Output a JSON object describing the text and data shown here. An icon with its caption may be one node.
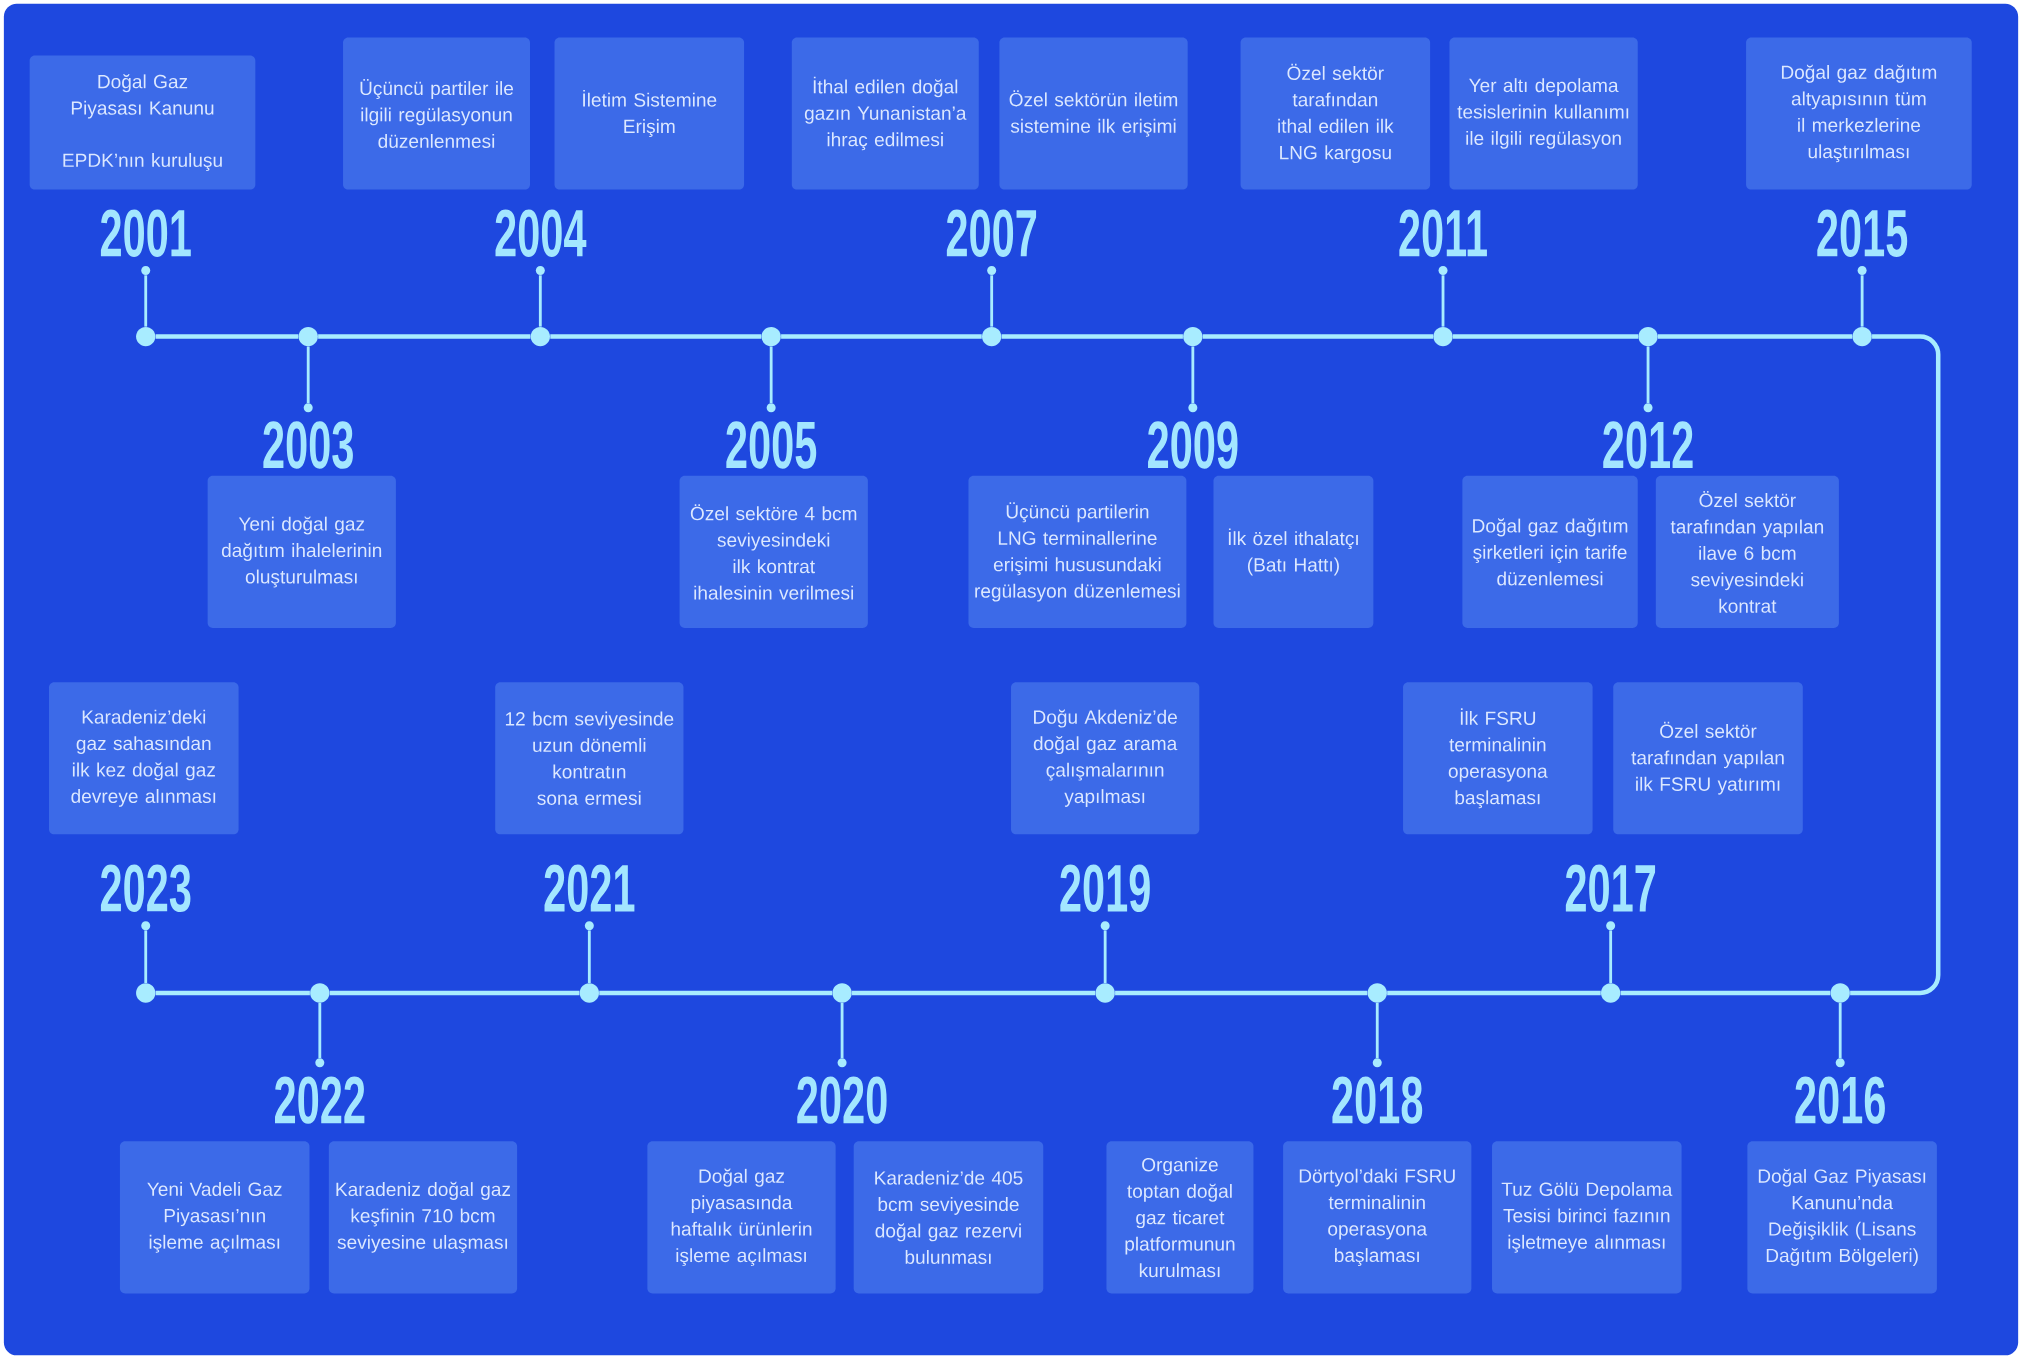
{
  "diagram": {
    "nodes": [
      {
        "text": [
          "2001"
        ]
      },
      {
        "text": [
          "Doğal Gaz Piyasası Kanunu",
          "EPDK’nın kuruluşu"
        ]
      },
      {
        "text": [],
        "shape": "circle"
      },
      {
        "text": [
          "2003"
        ]
      },
      {
        "text": [
          "Yeni doğal gaz dağıtım ihalelerinin oluşturulması"
        ]
      },
      {
        "text": [],
        "shape": "circle"
      },
      {
        "text": [
          "2004"
        ]
      },
      {
        "text": [
          "Üçüncü partiler ile ilgili regülasyonun düzenlenmesi"
        ]
      },
      {
        "text": [
          "İletim Sistemine Erişim"
        ]
      },
      {
        "text": [],
        "shape": "circle"
      },
      {
        "text": [
          "2005"
        ]
      },
      {
        "text": [
          "Özel sektöre 4 bcm seviyesindeki ilk kontrat ihalesinin verilmesi"
        ]
      },
      {
        "text": [],
        "shape": "circle"
      },
      {
        "text": [
          "2007"
        ]
      },
      {
        "text": [
          "İthal edilen doğal gazın Yunanistan’a ihraç edilmesi"
        ]
      },
      {
        "text": [
          "Özel sektörün iletim sistemine ilk erişimi"
        ]
      },
      {
        "text": [],
        "shape": "circle"
      },
      {
        "text": [
          "2009"
        ]
      },
      {
        "text": [
          "Üçüncü partilerin LNG terminallerine erişimi hususundaki regülasyon düzenlemesi"
        ]
      },
      {
        "text": [
          "İlk özel ithalatçı (Batı Hattı)"
        ]
      },
      {
        "text": [],
        "shape": "circle"
      },
      {
        "text": [
          "2011"
        ]
      },
      {
        "text": [
          "Özel sektör tarafından ithal edilen ilk LNG kargosu"
        ]
      },
      {
        "text": [
          "Yer altı depolama tesislerinin kullanımı ile ilgili regülasyon"
        ]
      },
      {
        "text": [],
        "shape": "circle"
      },
      {
        "text": [
          "2012"
        ]
      },
      {
        "text": [
          "Doğal gaz dağıtım şirketleri için tarife düzenlemesi"
        ]
      },
      {
        "text": [
          "Özel sektör tarafından yapılan ilave 6 bcm seviyesindeki kontrat"
        ]
      },
      {
        "text": [],
        "shape": "circle"
      },
      {
        "text": [
          "2015"
        ]
      },
      {
        "text": [
          "Doğal gaz dağıtım altyapısının tüm il merkezlerine ulaştırılması"
        ]
      },
      {
        "text": [],
        "shape": "circle"
      },
      {
        "text": [
          "2016"
        ]
      },
      {
        "text": [
          "Doğal Gaz Piyasası Kanunu’nda Değişiklik (Lisans Dağıtım Bölgeleri)"
        ]
      },
      {
        "text": [],
        "shape": "circle"
      },
      {
        "text": [
          "2017"
        ]
      },
      {
        "text": [
          "İlk FSRU terminalinin operasyona başlaması"
        ]
      },
      {
        "text": [
          "Özel sektör tarafından yapılan ilk FSRU yatırımı"
        ]
      },
      {
        "text": [],
        "shape": "circle"
      },
      {
        "text": [
          "2018"
        ]
      },
      {
        "text": [
          "Organize toptan doğal gaz ticaret platformunun kurulması"
        ]
      },
      {
        "text": [
          "Dörtyol’daki FSRU terminalinin operasyona başlaması"
        ]
      },
      {
        "text": [
          "Tuz Gölü Depolama Tesisi birinci fazının işletmeye alınması"
        ]
      },
      {
        "text": [],
        "shape": "circle"
      },
      {
        "text": [
          "2019"
        ]
      },
      {
        "text": [
          "Doğu Akdeniz’de doğal gaz arama çalışmalarının yapılması"
        ]
      },
      {
        "text": [],
        "shape": "circle"
      },
      {
        "text": [
          "2020"
        ]
      },
      {
        "text": [
          "Doğal gaz piyasasında haftalık ürünlerin işleme açılması"
        ]
      },
      {
        "text": [
          "Karadeniz’de 405 bcm seviyesinde doğal gaz rezervi bulunması"
        ]
      },
      {
        "text": [],
        "shape": "circle"
      },
      {
        "text": [
          "2021"
        ]
      },
      {
        "text": [
          "12 bcm seviyesinde uzun dönemli kontratın sona ermesi"
        ]
      },
      {
        "text": [],
        "shape": "circle"
      },
      {
        "text": [
          "2022"
        ]
      },
      {
        "text": [
          "Yeni Vadeli Gaz Piyasası’nın işleme açılması"
        ]
      },
      {
        "text": [
          "Karadeniz doğal gaz keşfinin 710 bcm seviyesine ulaşması"
        ]
      },
      {
        "text": [],
        "shape": "circle"
      },
      {
        "text": [
          "2023"
        ]
      },
      {
        "text": [
          "Karadeniz’deki gaz sahasından ilk kez doğal gaz devreye alınması"
        ]
      },
      {
        "text": [],
        "shape": "circle"
      }
    ],
    "edges": [
      {
        "from": 2,
        "to": 5,
        "arrow": "none"
      },
      {
        "from": 5,
        "to": 9,
        "arrow": "none"
      },
      {
        "from": 9,
        "to": 12,
        "arrow": "none"
      },
      {
        "from": 12,
        "to": 16,
        "arrow": "none"
      },
      {
        "from": 16,
        "to": 20,
        "arrow": "none"
      },
      {
        "from": 20,
        "to": 24,
        "arrow": "none"
      },
      {
        "from": 24,
        "to": 28,
        "arrow": "none"
      },
      {
        "from": 28,
        "to": 31,
        "arrow": "none"
      },
      {
        "from": 31,
        "to": 34,
        "arrow": "none"
      },
      {
        "from": 34,
        "to": 38,
        "arrow": "none"
      },
      {
        "from": 38,
        "to": 43,
        "arrow": "none"
      },
      {
        "from": 43,
        "to": 46,
        "arrow": "none"
      },
      {
        "from": 46,
        "to": 50,
        "arrow": "none"
      },
      {
        "from": 50,
        "to": 53,
        "arrow": "none"
      },
      {
        "from": 53,
        "to": 57,
        "arrow": "none"
      },
      {
        "from": 57,
        "to": 60,
        "arrow": "none"
      },
      {
        "from": 2,
        "to": 0,
        "arrow": "none"
      },
      {
        "from": 5,
        "to": 3,
        "arrow": "none"
      },
      {
        "from": 9,
        "to": 6,
        "arrow": "none"
      },
      {
        "from": 12,
        "to": 10,
        "arrow": "none"
      },
      {
        "from": 16,
        "to": 13,
        "arrow": "none"
      },
      {
        "from": 20,
        "to": 17,
        "arrow": "none"
      },
      {
        "from": 24,
        "to": 21,
        "arrow": "none"
      },
      {
        "from": 28,
        "to": 25,
        "arrow": "none"
      },
      {
        "from": 31,
        "to": 29,
        "arrow": "none"
      },
      {
        "from": 34,
        "to": 32,
        "arrow": "none"
      },
      {
        "from": 38,
        "to": 35,
        "arrow": "none"
      },
      {
        "from": 43,
        "to": 39,
        "arrow": "none"
      },
      {
        "from": 46,
        "to": 44,
        "arrow": "none"
      },
      {
        "from": 50,
        "to": 47,
        "arrow": "none"
      },
      {
        "from": 53,
        "to": 51,
        "arrow": "none"
      },
      {
        "from": 57,
        "to": 54,
        "arrow": "none"
      },
      {
        "from": 60,
        "to": 58,
        "arrow": "none"
      }
    ]
  }
}
